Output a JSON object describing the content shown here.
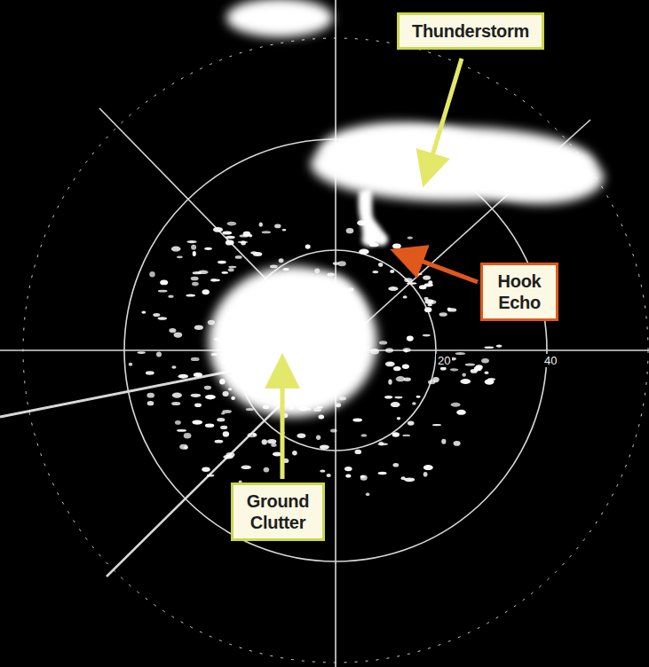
{
  "diagram": {
    "nodes": [
      {
        "text": [
          "Thunderstorm"
        ]
      },
      {
        "text": [
          "Hook Echo"
        ]
      },
      {
        "text": [
          "Ground Clutter"
        ]
      }
    ],
    "labels": [
      "20",
      "40"
    ]
  }
}
